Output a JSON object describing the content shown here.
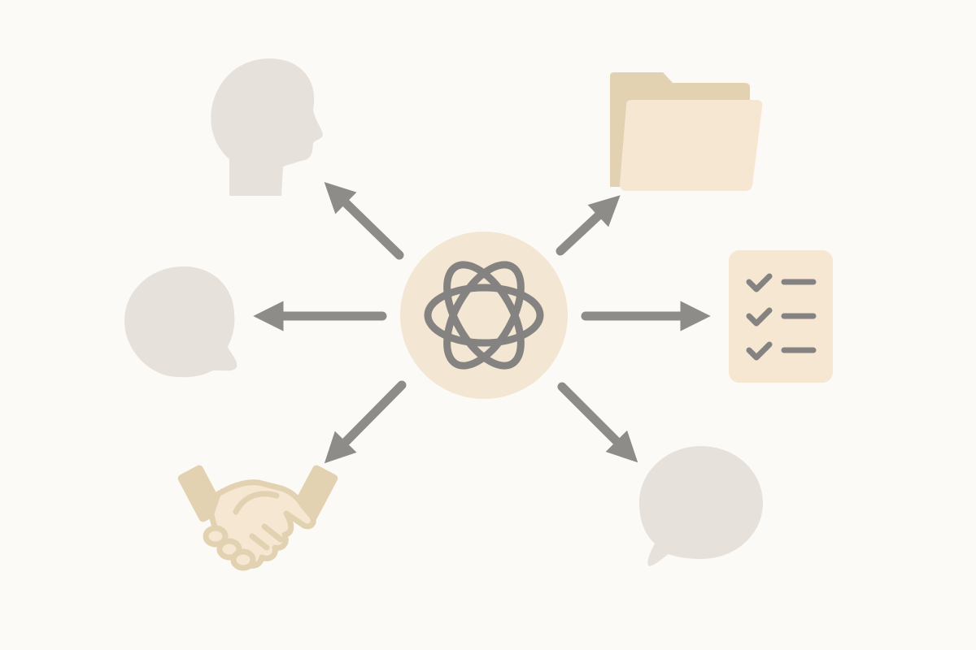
{
  "diagram": {
    "center": {
      "icon": "atom-loops-icon"
    },
    "nodes": [
      {
        "id": "person",
        "icon": "person-head-icon"
      },
      {
        "id": "folder",
        "icon": "folder-icon"
      },
      {
        "id": "chat-left",
        "icon": "speech-bubble-icon"
      },
      {
        "id": "checklist",
        "icon": "checklist-icon"
      },
      {
        "id": "handshake",
        "icon": "handshake-icon"
      },
      {
        "id": "chat-bottom",
        "icon": "speech-bubble-icon"
      }
    ],
    "edges": [
      {
        "from": "center",
        "to": "person",
        "direction": "outward"
      },
      {
        "from": "center",
        "to": "folder",
        "direction": "outward"
      },
      {
        "from": "center",
        "to": "chat-left",
        "direction": "outward"
      },
      {
        "from": "center",
        "to": "checklist",
        "direction": "outward"
      },
      {
        "from": "center",
        "to": "handshake",
        "direction": "outward"
      },
      {
        "from": "center",
        "to": "chat-bottom",
        "direction": "outward"
      }
    ]
  },
  "colors": {
    "background": "#fcfaf6",
    "center_fill": "#f3e6d3",
    "arrow": "#8e8c89",
    "grey_icon": "#e6e1da",
    "tan_dark": "#e2d2b1",
    "tan_light": "#f5e7d1",
    "icon_stroke": "#858381"
  }
}
